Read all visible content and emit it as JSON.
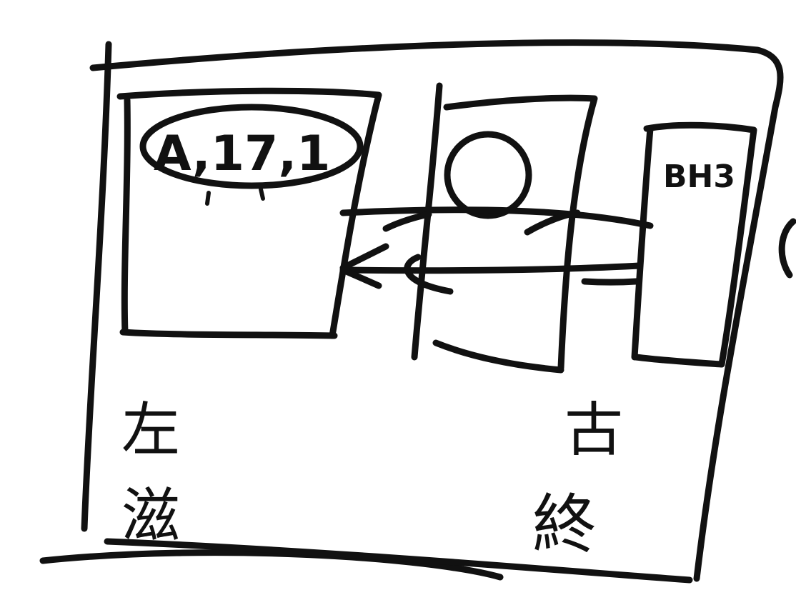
{
  "diagram": {
    "left_box_label": "A,17,1",
    "right_box_label": "BH3",
    "left_caption": [
      "左",
      "滋"
    ],
    "right_caption": [
      "古",
      "終"
    ],
    "ink_color": "#111111",
    "background_color": "#ffffff"
  }
}
